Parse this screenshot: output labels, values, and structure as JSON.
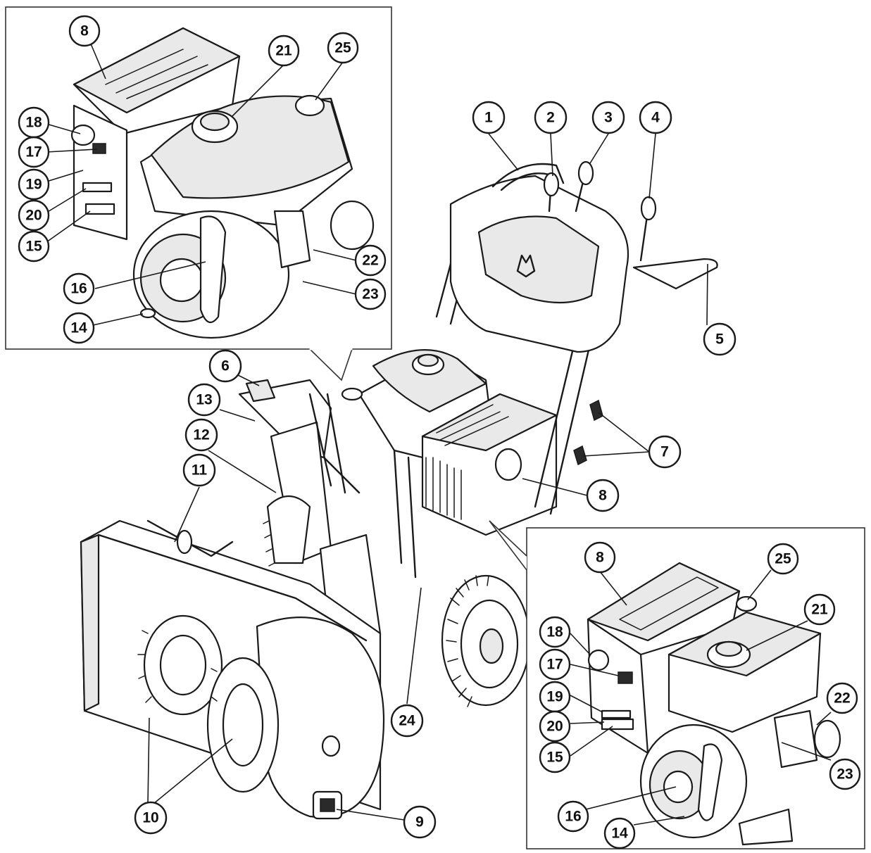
{
  "colors": {
    "ink": "#1a1a1a",
    "panel_border": "#333333",
    "fill_grey": "#e9e9e9"
  },
  "callouts": {
    "main": [
      {
        "id": "main-1",
        "label": "1"
      },
      {
        "id": "main-2",
        "label": "2"
      },
      {
        "id": "main-3",
        "label": "3"
      },
      {
        "id": "main-4",
        "label": "4"
      },
      {
        "id": "main-5",
        "label": "5"
      },
      {
        "id": "main-6",
        "label": "6"
      },
      {
        "id": "main-7",
        "label": "7"
      },
      {
        "id": "main-8",
        "label": "8"
      },
      {
        "id": "main-9",
        "label": "9"
      },
      {
        "id": "main-10",
        "label": "10"
      },
      {
        "id": "main-11",
        "label": "11"
      },
      {
        "id": "main-12",
        "label": "12"
      },
      {
        "id": "main-13",
        "label": "13"
      },
      {
        "id": "main-24",
        "label": "24"
      }
    ],
    "inset_top_left": [
      {
        "id": "tl-8",
        "label": "8"
      },
      {
        "id": "tl-21",
        "label": "21"
      },
      {
        "id": "tl-25",
        "label": "25"
      },
      {
        "id": "tl-18",
        "label": "18"
      },
      {
        "id": "tl-17",
        "label": "17"
      },
      {
        "id": "tl-19",
        "label": "19"
      },
      {
        "id": "tl-20",
        "label": "20"
      },
      {
        "id": "tl-15",
        "label": "15"
      },
      {
        "id": "tl-22",
        "label": "22"
      },
      {
        "id": "tl-16",
        "label": "16"
      },
      {
        "id": "tl-23",
        "label": "23"
      },
      {
        "id": "tl-14",
        "label": "14"
      }
    ],
    "inset_bottom_right": [
      {
        "id": "br-8",
        "label": "8"
      },
      {
        "id": "br-25",
        "label": "25"
      },
      {
        "id": "br-21",
        "label": "21"
      },
      {
        "id": "br-18",
        "label": "18"
      },
      {
        "id": "br-17",
        "label": "17"
      },
      {
        "id": "br-19",
        "label": "19"
      },
      {
        "id": "br-20",
        "label": "20"
      },
      {
        "id": "br-15",
        "label": "15"
      },
      {
        "id": "br-22",
        "label": "22"
      },
      {
        "id": "br-23",
        "label": "23"
      },
      {
        "id": "br-16",
        "label": "16"
      },
      {
        "id": "br-14",
        "label": "14"
      }
    ]
  }
}
